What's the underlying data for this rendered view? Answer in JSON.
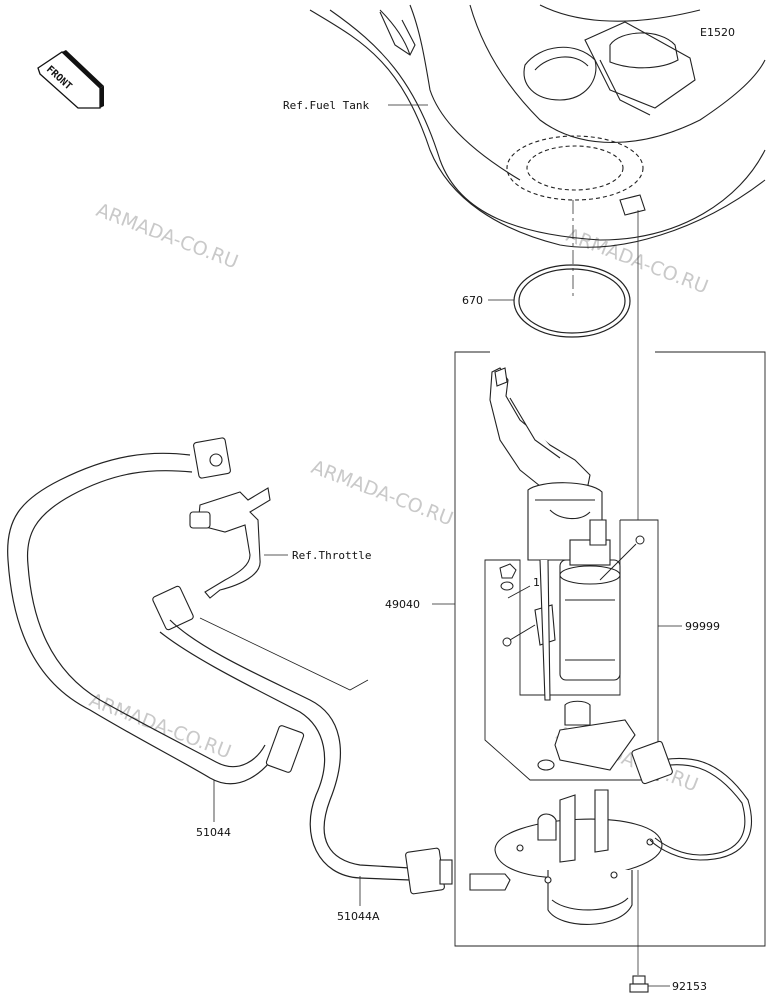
{
  "diagram_code": "E1520",
  "front_label": "FRONT",
  "watermark": "ARMADA-CO.RU",
  "callouts": {
    "fuel_tank": "Ref.Fuel Tank",
    "gasket": "670",
    "pump_assy": "49040",
    "throttle": "Ref.Throttle",
    "kit": "99999",
    "hose": "51044",
    "hose_a": "51044A",
    "bolt": "92153",
    "index": "1"
  }
}
